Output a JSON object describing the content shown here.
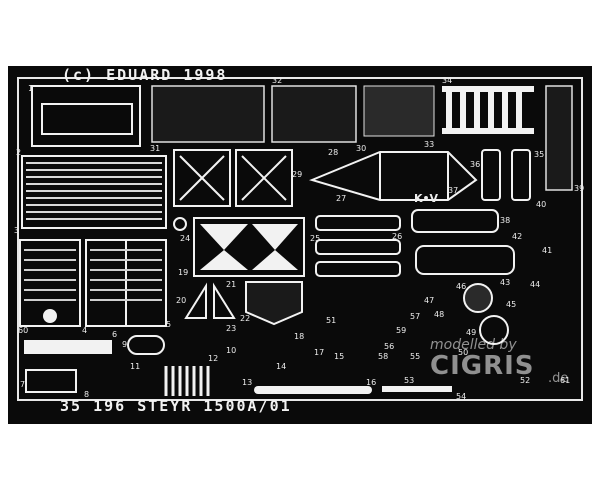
{
  "fret": {
    "top_label": "(c) EDUARD 1998",
    "bottom_label": "35  196    STEYR  1500A/01",
    "stamp_kv": "K•V",
    "colors": {
      "background": "#ffffff",
      "fret": "#0a0a0a",
      "parts": "#f2f2f2"
    }
  },
  "watermark": {
    "line1": "modelled by",
    "line2": "CIGRIS",
    "suffix": ".de"
  },
  "part_numbers": [
    "1",
    "2",
    "3",
    "4",
    "5",
    "6",
    "7",
    "8",
    "9",
    "10",
    "11",
    "12",
    "13",
    "14",
    "15",
    "16",
    "17",
    "18",
    "19",
    "20",
    "21",
    "22",
    "23",
    "24",
    "25",
    "26",
    "27",
    "28",
    "29",
    "30",
    "31",
    "32",
    "33",
    "34",
    "35",
    "36",
    "37",
    "38",
    "39",
    "40",
    "41",
    "42",
    "43",
    "44",
    "45",
    "46",
    "47",
    "48",
    "49",
    "50",
    "51",
    "52",
    "53",
    "54",
    "55",
    "56",
    "57",
    "58",
    "59",
    "60",
    "61"
  ]
}
